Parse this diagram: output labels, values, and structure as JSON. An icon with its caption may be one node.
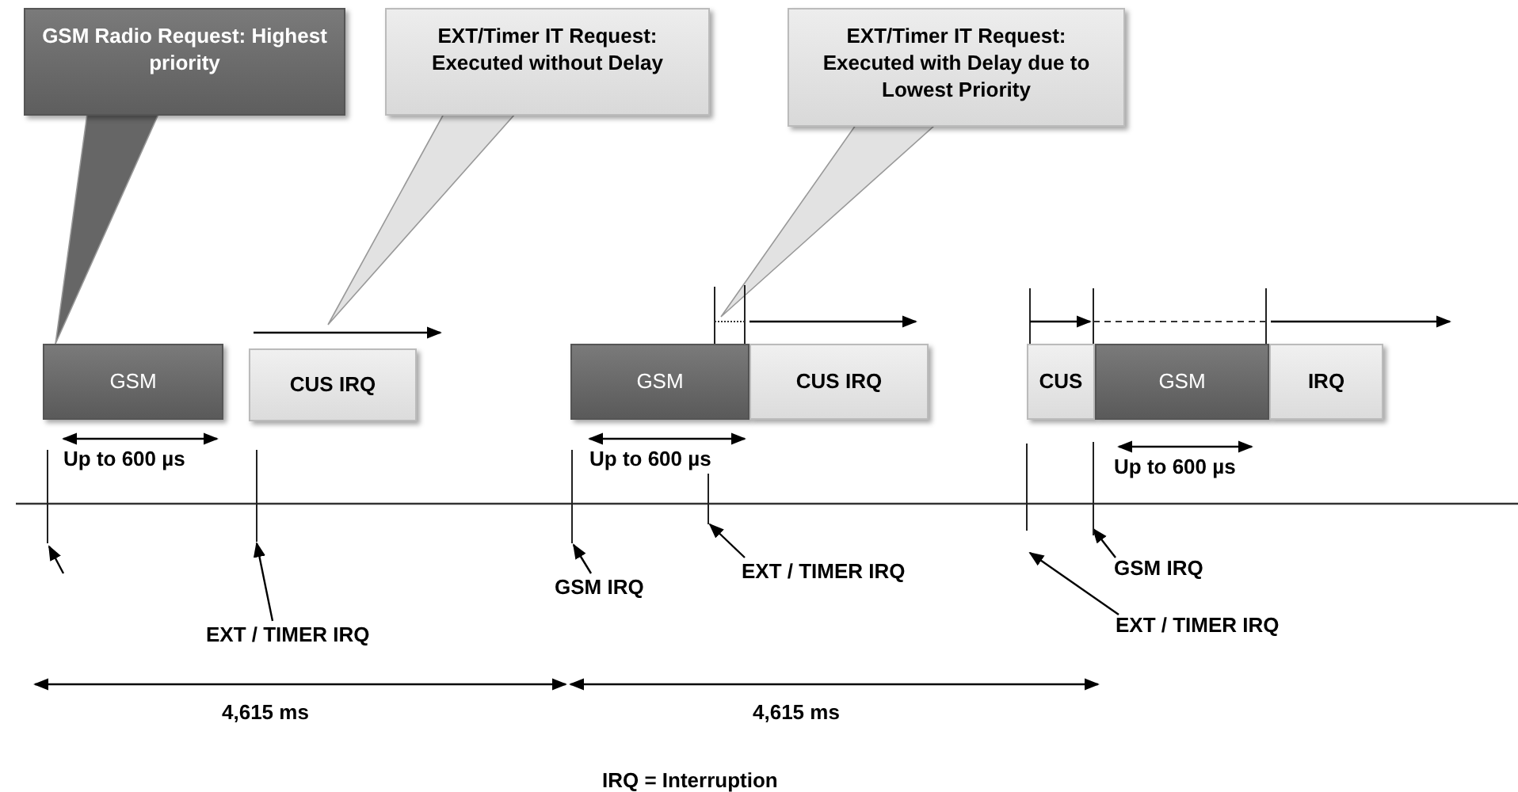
{
  "diagram": {
    "nodes": [
      {
        "text": [
          "GSM Radio Request: Highest priority"
        ]
      },
      {
        "text": [
          "EXT/Timer IT Request: Executed without Delay"
        ]
      },
      {
        "text": [
          "EXT/Timer IT Request: Executed with Delay due to Lowest Priority"
        ]
      },
      {
        "text": [
          "GSM"
        ]
      },
      {
        "text": [
          "CUS IRQ"
        ]
      },
      {
        "text": [
          "GSM"
        ]
      },
      {
        "text": [
          "CUS IRQ"
        ]
      },
      {
        "text": [
          "CUS"
        ]
      },
      {
        "text": [
          "GSM"
        ]
      },
      {
        "text": [
          "IRQ"
        ]
      },
      {
        "text": [
          "EXT / TIMER IRQ"
        ]
      },
      {
        "text": [
          "GSM IRQ"
        ]
      },
      {
        "text": [
          "EXT / TIMER IRQ"
        ]
      },
      {
        "text": [
          "GSM IRQ"
        ]
      },
      {
        "text": [
          "EXT / TIMER IRQ"
        ]
      }
    ],
    "edges": [
      {
        "from": 0,
        "to": 3,
        "arrow": "to"
      },
      {
        "from": 1,
        "to": null,
        "arrow": "to"
      },
      {
        "from": 2,
        "to": null,
        "arrow": "to"
      },
      {
        "from": 10,
        "to": null,
        "arrow": "to"
      },
      {
        "from": 11,
        "to": null,
        "arrow": "to"
      },
      {
        "from": 12,
        "to": null,
        "arrow": "to"
      },
      {
        "from": 13,
        "to": null,
        "arrow": "to"
      },
      {
        "from": 14,
        "to": null,
        "arrow": "to"
      }
    ],
    "labels": [
      "Up to 600 µs",
      "Up to 600 µs",
      "Up to 600 µs",
      "4,615 ms",
      "4,615 ms",
      "IRQ = Interruption"
    ]
  }
}
